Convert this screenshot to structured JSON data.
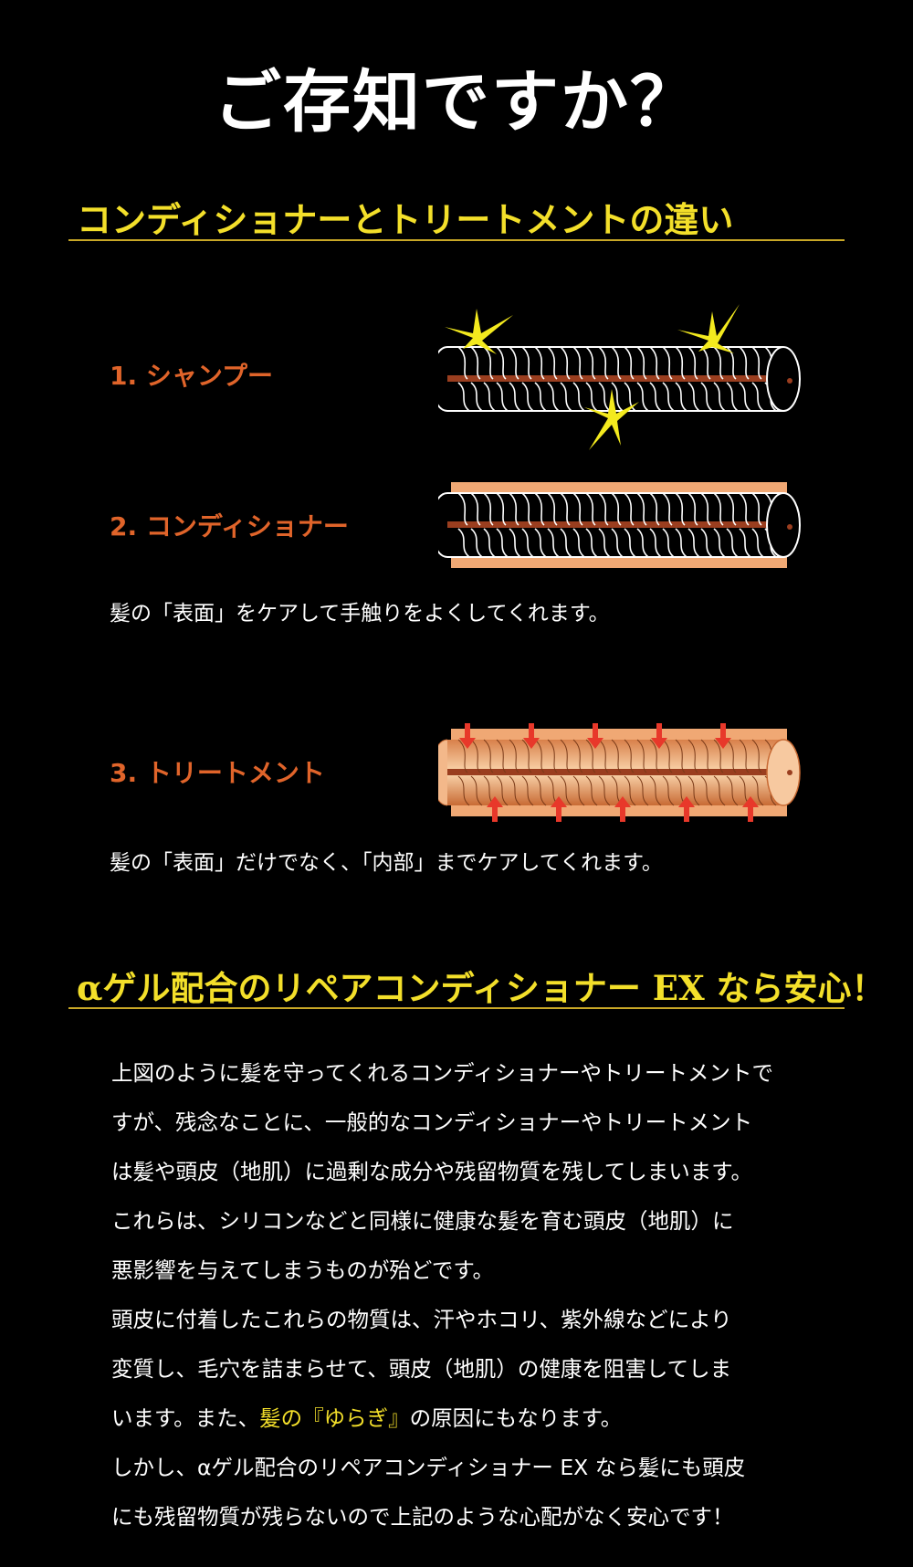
{
  "title": "ご存知ですか？",
  "section1": {
    "heading": "コンディショナーとトリートメントの違い",
    "steps": [
      {
        "label": "1. シャンプー"
      },
      {
        "label": "2. コンディショナー"
      },
      {
        "label": "3. トリートメント"
      }
    ],
    "caption_conditioner": "髪の「表面」をケアして手触りをよくしてくれます。",
    "caption_treatment": "髪の「表面」だけでなく、「内部」までケアしてくれます。"
  },
  "section2": {
    "heading": "αゲル配合のリペアコンディショナー EX なら安心！",
    "lines": [
      "上図のように髪を守ってくれるコンディショナーやトリートメントで",
      "すが、残念なことに、一般的なコンディショナーやトリートメント",
      "は髪や頭皮（地肌）に過剰な成分や残留物質を残してしまいます。",
      "これらは、シリコンなどと同様に健康な髪を育む頭皮（地肌）に",
      "悪影響を与えてしまうものが殆どです。",
      "頭皮に付着したこれらの物質は、汗やホコリ、紫外線などにより",
      "変質し、毛穴を詰まらせて、頭皮（地肌）の健康を阻害してしま"
    ],
    "line8_pre": "います。また、",
    "line8_highlight": "髪の『ゆらぎ』",
    "line8_post": "の原因にもなります。",
    "lines_end": [
      "しかし、αゲル配合のリペアコンディショナー EX なら髪にも頭皮",
      "にも残留物質が残らないので上記のような心配がなく安心です！"
    ]
  },
  "colors": {
    "background": "#000000",
    "heading": "#f3df2a",
    "step_label": "#e0642a",
    "rule": "#c9a827"
  },
  "icons": [
    "sparkle-icon",
    "arrow-down-icon",
    "arrow-up-icon"
  ]
}
